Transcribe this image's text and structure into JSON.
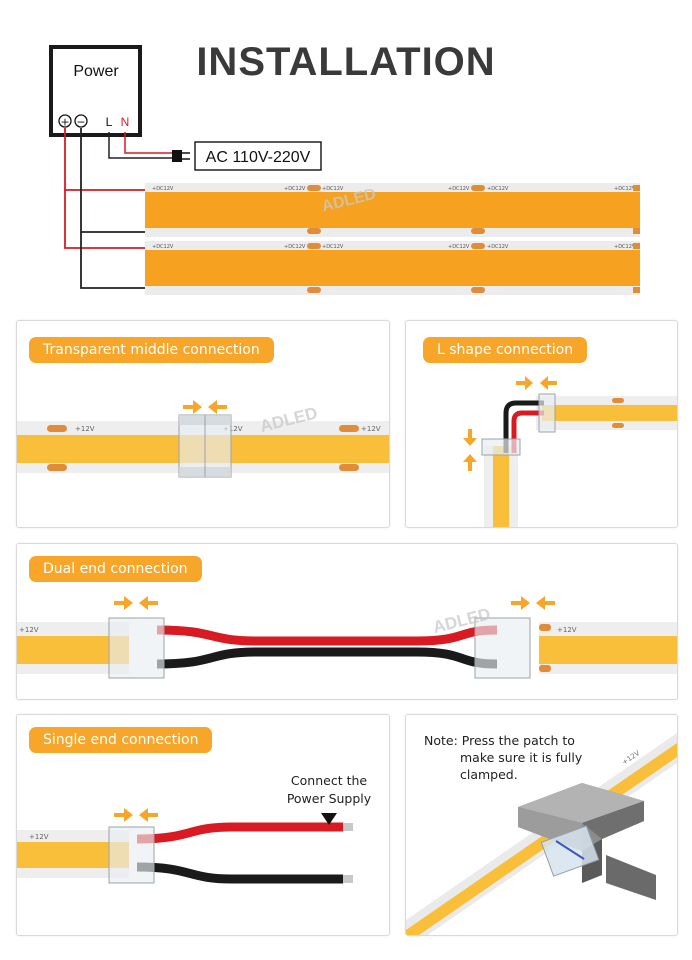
{
  "title": "INSTALLATION",
  "power_box": {
    "label": "Power",
    "plus": "+",
    "minus": "−",
    "l": "L",
    "n": "N"
  },
  "ac_label": "AC 110V-220V",
  "strip_marks": {
    "dc12v": "+DC12V",
    "minus": "-",
    "plus12": "+12V"
  },
  "watermark": "ADLED",
  "panels": {
    "middle": {
      "title": "Transparent middle connection"
    },
    "lshape": {
      "title": "L shape connection"
    },
    "dual": {
      "title": "Dual end connection"
    },
    "single": {
      "title": "Single end connection",
      "note": [
        "Connect the",
        "Power Supply"
      ]
    },
    "clamp": {
      "note": [
        "Note: Press the patch to",
        "make sure it is fully",
        "clamped."
      ]
    }
  },
  "colors": {
    "strip_orange": "#f6a11f",
    "strip_yellow": "#f9be3a",
    "badge": "#f7a629",
    "arrow": "#f7a629",
    "wire_red": "#d81b22",
    "wire_black": "#1a1a1a"
  }
}
